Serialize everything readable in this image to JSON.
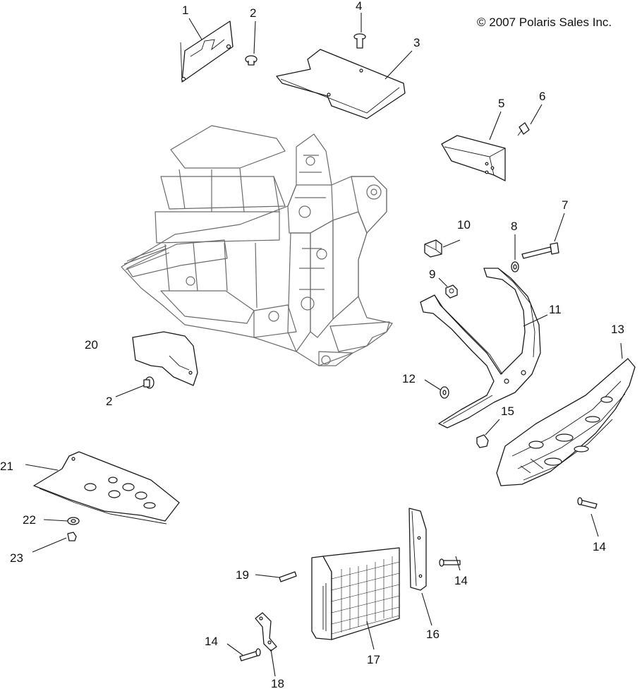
{
  "copyright": "© 2007 Polaris Sales Inc.",
  "callouts": [
    {
      "id": "c1",
      "label": "1"
    },
    {
      "id": "c2a",
      "label": "2"
    },
    {
      "id": "c2b",
      "label": "2"
    },
    {
      "id": "c3",
      "label": "3"
    },
    {
      "id": "c4",
      "label": "4"
    },
    {
      "id": "c5",
      "label": "5"
    },
    {
      "id": "c6",
      "label": "6"
    },
    {
      "id": "c7",
      "label": "7"
    },
    {
      "id": "c8",
      "label": "8"
    },
    {
      "id": "c9",
      "label": "9"
    },
    {
      "id": "c10",
      "label": "10"
    },
    {
      "id": "c11",
      "label": "11"
    },
    {
      "id": "c12",
      "label": "12"
    },
    {
      "id": "c13",
      "label": "13"
    },
    {
      "id": "c14a",
      "label": "14"
    },
    {
      "id": "c14b",
      "label": "14"
    },
    {
      "id": "c14c",
      "label": "14"
    },
    {
      "id": "c15",
      "label": "15"
    },
    {
      "id": "c16",
      "label": "16"
    },
    {
      "id": "c17",
      "label": "17"
    },
    {
      "id": "c18",
      "label": "18"
    },
    {
      "id": "c19",
      "label": "19"
    },
    {
      "id": "c20",
      "label": "20"
    },
    {
      "id": "c21",
      "label": "21"
    },
    {
      "id": "c22",
      "label": "22"
    },
    {
      "id": "c23",
      "label": "23"
    }
  ]
}
